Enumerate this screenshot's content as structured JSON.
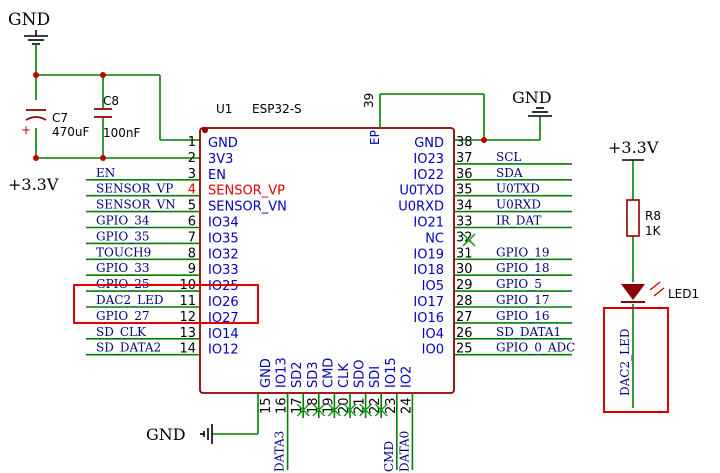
{
  "colors": {
    "wire": "#008000",
    "component": "#8B0000",
    "pin_number": "#000000",
    "pin_name": "#0000C0",
    "pin_name_red": "#E00000",
    "net_label": "#000080",
    "highlight": "#E00000",
    "text": "#000000",
    "no_connect": "#00A000"
  },
  "power": {
    "gnd_top_left": "GND",
    "v33_left": "+3.3V",
    "gnd_top_right": "GND",
    "v33_right": "+3.3V",
    "gnd_bottom": "GND"
  },
  "capacitors": {
    "c7": {
      "ref": "C7",
      "value": "470uF",
      "polarity": "+"
    },
    "c8": {
      "ref": "C8",
      "value": "100nF"
    }
  },
  "module": {
    "ref": "U1",
    "part": "ESP32-S"
  },
  "left_pins": [
    {
      "num": "1",
      "name": "GND",
      "net": ""
    },
    {
      "num": "2",
      "name": "3V3",
      "net": ""
    },
    {
      "num": "3",
      "name": "EN",
      "net": "EN"
    },
    {
      "num": "4",
      "name": "SENSOR_VP",
      "net": "SENSOR_VP",
      "red": true
    },
    {
      "num": "5",
      "name": "SENSOR_VN",
      "net": "SENSOR_VN"
    },
    {
      "num": "6",
      "name": "IO34",
      "net": "GPIO_34"
    },
    {
      "num": "7",
      "name": "IO35",
      "net": "GPIO_35"
    },
    {
      "num": "8",
      "name": "IO32",
      "net": "TOUCH9"
    },
    {
      "num": "9",
      "name": "IO33",
      "net": "GPIO_33"
    },
    {
      "num": "10",
      "name": "IO25",
      "net": "GPIO_25"
    },
    {
      "num": "11",
      "name": "IO26",
      "net": "DAC2_LED"
    },
    {
      "num": "12",
      "name": "IO27",
      "net": "GPIO_27"
    },
    {
      "num": "13",
      "name": "IO14",
      "net": "SD_CLK"
    },
    {
      "num": "14",
      "name": "IO12",
      "net": "SD_DATA2"
    }
  ],
  "right_pins": [
    {
      "num": "38",
      "name": "GND",
      "net": ""
    },
    {
      "num": "37",
      "name": "IO23",
      "net": "SCL"
    },
    {
      "num": "36",
      "name": "IO22",
      "net": "SDA"
    },
    {
      "num": "35",
      "name": "U0TXD",
      "net": "U0TXD"
    },
    {
      "num": "34",
      "name": "U0RXD",
      "net": "U0RXD"
    },
    {
      "num": "33",
      "name": "IO21",
      "net": "IR_DAT"
    },
    {
      "num": "32",
      "name": "NC",
      "net": ""
    },
    {
      "num": "31",
      "name": "IO19",
      "net": "GPIO_19"
    },
    {
      "num": "30",
      "name": "IO18",
      "net": "GPIO_18"
    },
    {
      "num": "29",
      "name": "IO5",
      "net": "GPIO_5"
    },
    {
      "num": "28",
      "name": "IO17",
      "net": "GPIO_17"
    },
    {
      "num": "27",
      "name": "IO16",
      "net": "GPIO_16"
    },
    {
      "num": "26",
      "name": "IO4",
      "net": "SD_DATA1"
    },
    {
      "num": "25",
      "name": "IO0",
      "net": "GPIO_0_ADC"
    }
  ],
  "bottom_pins": [
    {
      "num": "15",
      "name": "GND",
      "net": ""
    },
    {
      "num": "16",
      "name": "IO13",
      "net": "DATA3"
    },
    {
      "num": "17",
      "name": "SD2",
      "net": ""
    },
    {
      "num": "18",
      "name": "SD3",
      "net": ""
    },
    {
      "num": "19",
      "name": "CMD",
      "net": ""
    },
    {
      "num": "20",
      "name": "CLK",
      "net": ""
    },
    {
      "num": "21",
      "name": "SDO",
      "net": ""
    },
    {
      "num": "22",
      "name": "SDI",
      "net": ""
    },
    {
      "num": "23",
      "name": "IO15",
      "net": "CMD"
    },
    {
      "num": "24",
      "name": "IO2",
      "net": "DATA0"
    }
  ],
  "ep_pin": {
    "num": "39",
    "name": "EP"
  },
  "led_circuit": {
    "resistor_ref": "R8",
    "resistor_value": "1K",
    "led_ref": "LED1",
    "net": "DAC2_LED"
  }
}
